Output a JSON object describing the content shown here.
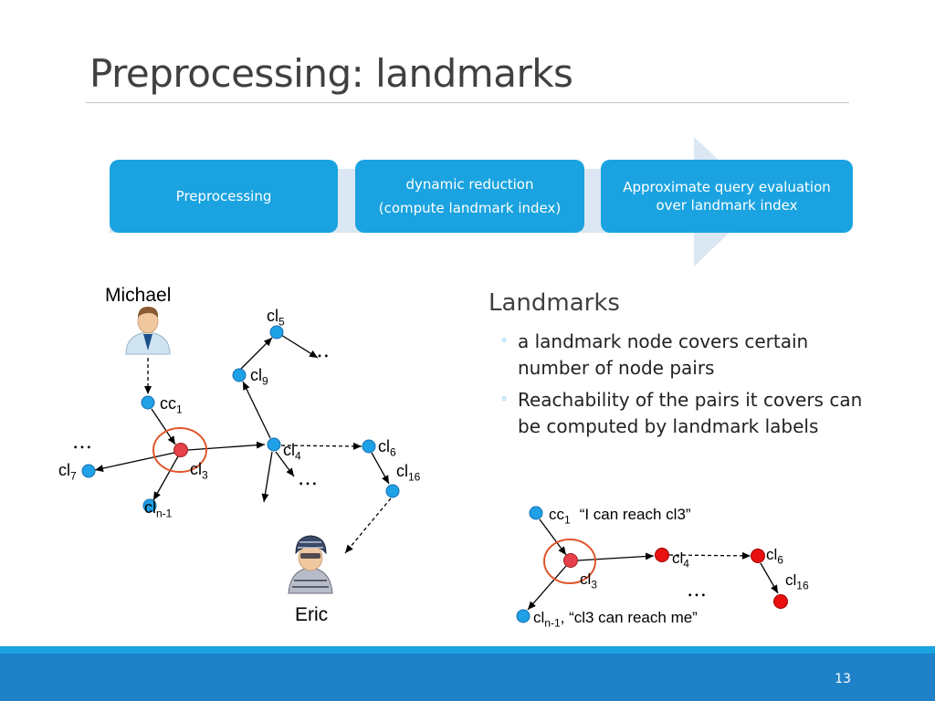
{
  "slide": {
    "title": "Preprocessing: landmarks",
    "page_number": "13"
  },
  "process": {
    "step1": "Preprocessing",
    "step2_line1": "dynamic reduction",
    "step2_line2": "(compute landmark index)",
    "step3": "Approximate query evaluation over landmark index"
  },
  "content": {
    "heading": "Landmarks",
    "bullets": [
      "a landmark node covers certain number of node pairs",
      "Reachability of the pairs it covers can be computed by landmark labels"
    ],
    "bullet_marker": "◦"
  },
  "graph_left": {
    "person_top": "Michael",
    "person_bottom": "Eric",
    "ellipsis": "…",
    "nodes": {
      "cc": {
        "base": "cc",
        "sub": "1"
      },
      "cl3": {
        "base": "cl",
        "sub": "3"
      },
      "cl4": {
        "base": "cl",
        "sub": "4"
      },
      "cl5": {
        "base": "cl",
        "sub": "5"
      },
      "cl6": {
        "base": "cl",
        "sub": "6"
      },
      "cl7": {
        "base": "cl",
        "sub": "7"
      },
      "cl9": {
        "base": "cl",
        "sub": "9"
      },
      "cl16": {
        "base": "cl",
        "sub": "16"
      },
      "cln1": {
        "base": "cl",
        "sub": "n-1"
      }
    }
  },
  "graph_right": {
    "cc": {
      "base": "cc",
      "sub": "1"
    },
    "cc_quote": "“I can reach cl3”",
    "cl3": {
      "base": "cl",
      "sub": "3"
    },
    "cl4": {
      "base": "cl",
      "sub": "4"
    },
    "cl6": {
      "base": "cl",
      "sub": "6"
    },
    "cl16": {
      "base": "cl",
      "sub": "16"
    },
    "cln1": {
      "base": "cl",
      "sub": "n-1"
    },
    "cln1_quote": ", “cl3 can reach me”",
    "ellipsis": "…"
  },
  "colors": {
    "accent": "#1aa3e0",
    "footer": "#1f82c8",
    "node_blue": "#1ea1e6",
    "node_red": "#e8404a",
    "highlight_ring": "#e0552a"
  },
  "icons": {
    "chevron": "chevron-arrow-icon",
    "person_top": "businessman-avatar-icon",
    "person_bottom": "cyclist-avatar-icon"
  }
}
